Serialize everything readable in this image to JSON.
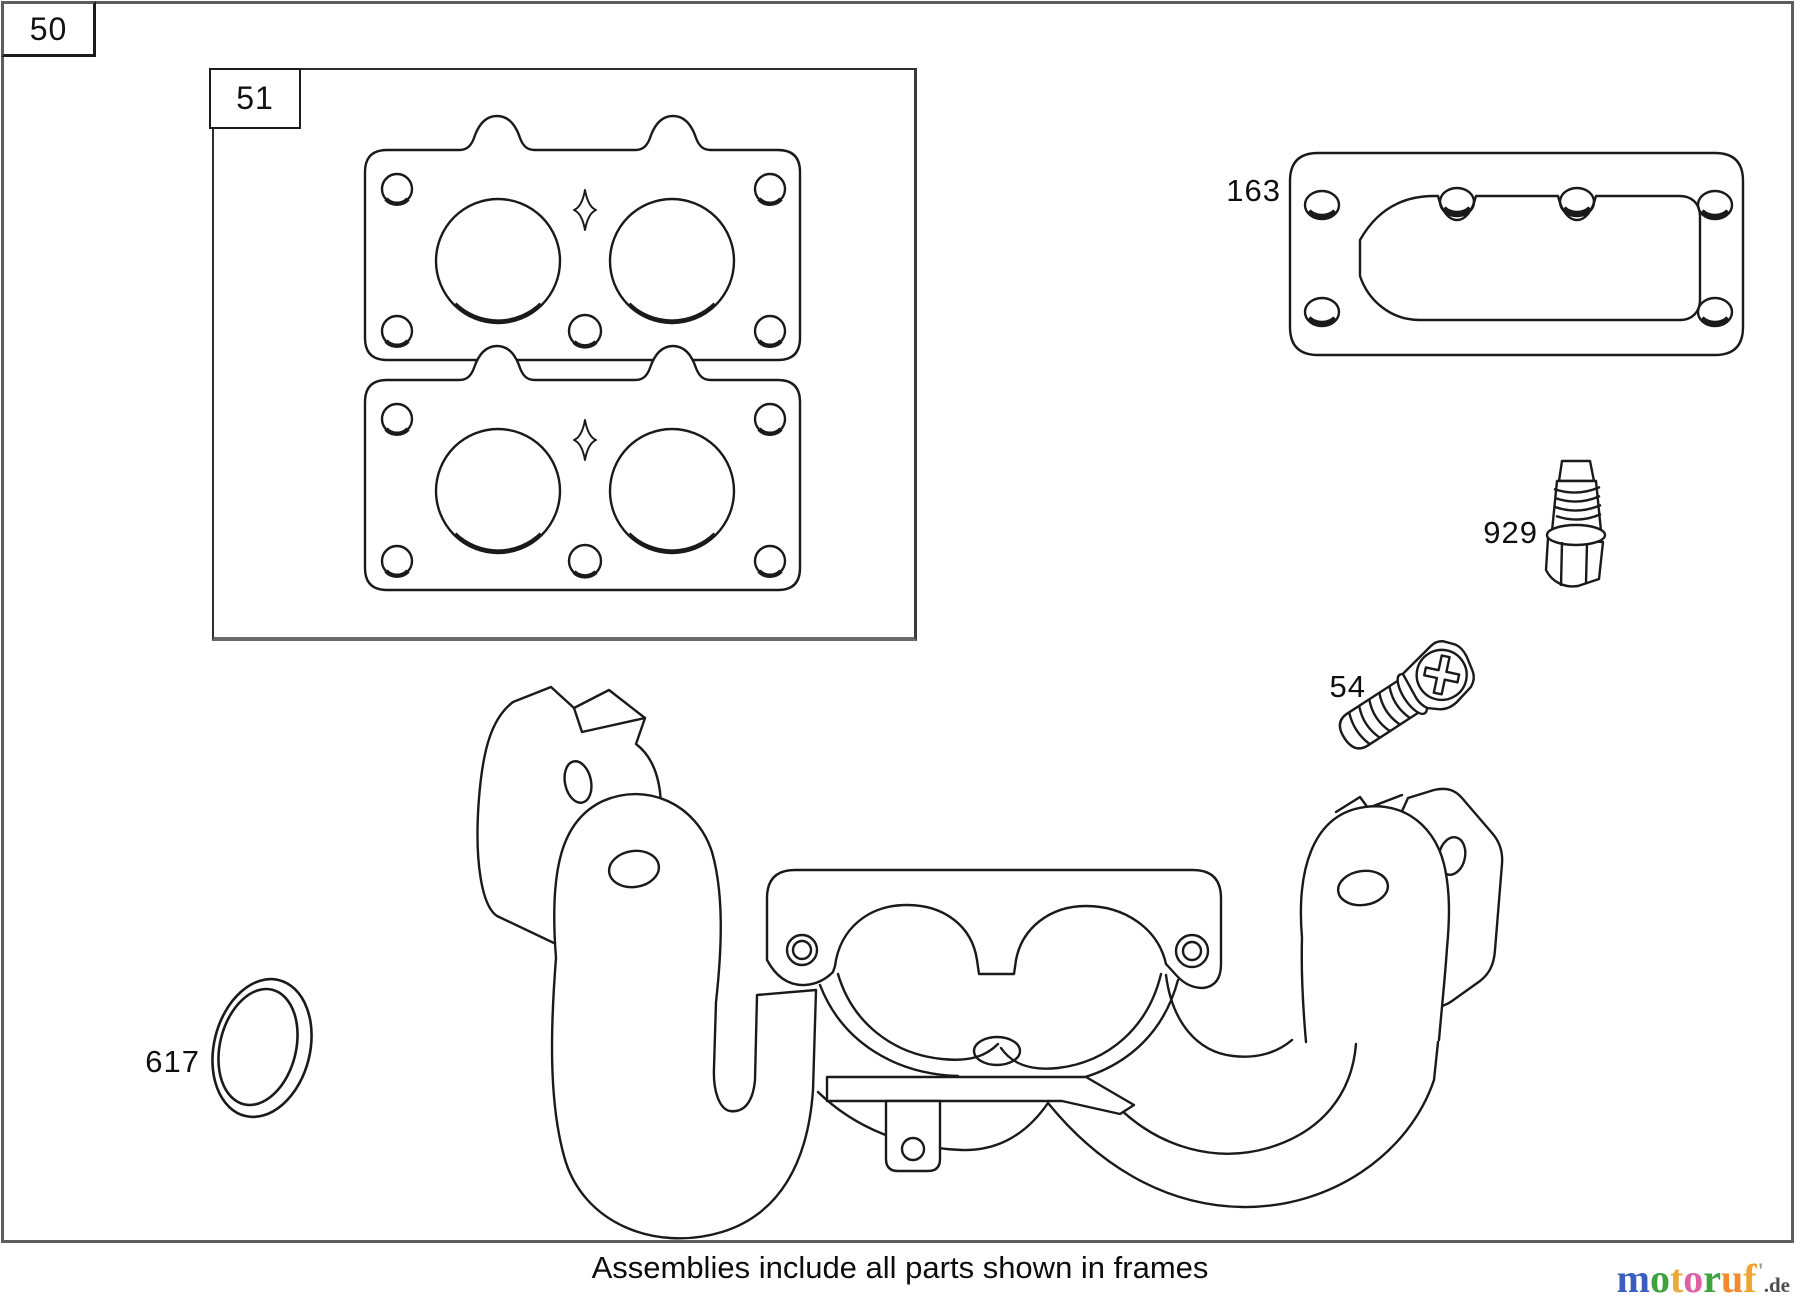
{
  "page": {
    "background": "#ffffff",
    "line_color": "#1a1a1a",
    "frame_border_color": "#5d5d5f"
  },
  "frames": {
    "main_label": "50",
    "sub_label": "51"
  },
  "part_labels": {
    "manifold_gasket": "163",
    "hex_flange_bolt": "929",
    "phillips_screw": "54",
    "o_ring": "617"
  },
  "caption": {
    "text": "Assemblies include all parts shown in frames"
  },
  "logo": {
    "letters": [
      {
        "char": "m",
        "css": "color:#3b5fc0"
      },
      {
        "char": "o",
        "css": "color:#3fa23f"
      },
      {
        "char": "t",
        "css": "color:#e9a93b"
      },
      {
        "char": "o",
        "css": "color:#e25fa4"
      },
      {
        "char": "r",
        "css": "color:#3fa23f"
      },
      {
        "char": "u",
        "css": "color:#ef8a2f"
      },
      {
        "char": "f",
        "css": "color:#f0a42e"
      }
    ],
    "tick": "'",
    "tick_css": "color:#9a9a9a",
    "suffix": ".de",
    "suffix_css": "color:#4c4c4c"
  }
}
